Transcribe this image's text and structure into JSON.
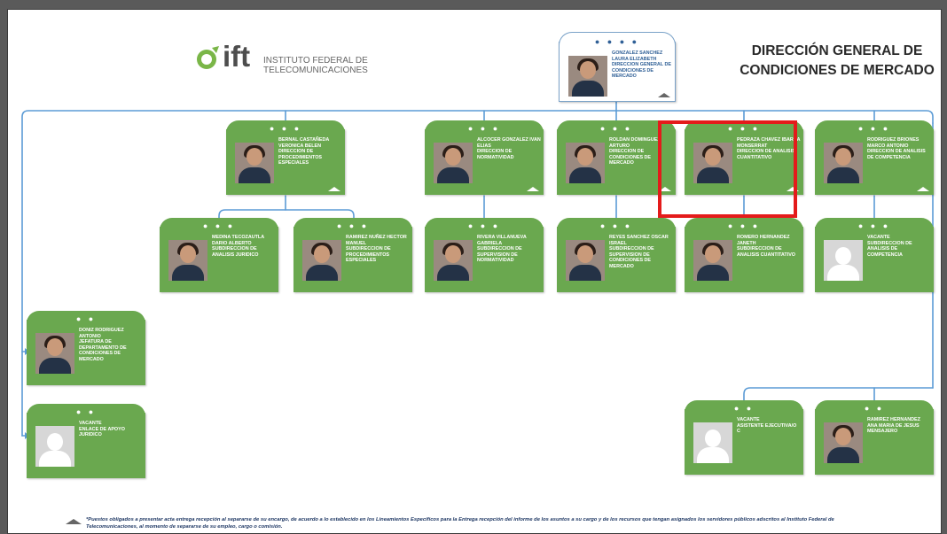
{
  "logo": {
    "wordmark": "ift",
    "name": "INSTITUTO FEDERAL DE TELECOMUNICACIONES"
  },
  "title": {
    "line1": "DIRECCIÓN GENERAL DE",
    "line2": "CONDICIONES DE MERCADO"
  },
  "positions": {
    "director": {
      "name": "GONZALEZ SANCHEZ LAURA ELIZABETH",
      "role": "DIRECCION GENERAL DE CONDICIONES DE MERCADO"
    },
    "bernal": {
      "name": "BERNAL CASTAÑEDA VERONICA BELEN",
      "role": "DIRECCION DE PROCEDIMIENTOS ESPECIALES"
    },
    "alcocer": {
      "name": "ALCOCER GONZALEZ IVAN ELIAS",
      "role": "DIRECCION DE NORMATIVIDAD"
    },
    "roldan": {
      "name": "ROLDAN DOMINGUEZ ARTURO",
      "role": "DIRECCION DE CONDICIONES DE MERCADO"
    },
    "pedraza": {
      "name": "PEDRAZA CHAVEZ IBARRA MONSERRAT",
      "role": "DIRECCION DE ANALISIS CUANTITATIVO"
    },
    "rodriguez": {
      "name": "RODRIGUEZ BRIONES MARCO ANTONIO",
      "role": "DIRECCION DE ANALISIS DE COMPETENCIA"
    },
    "medina": {
      "name": "MEDINA TECOZAUTLA DARIO ALBERTO",
      "role": "SUBDIRECCION DE ANALISIS JURIDICO"
    },
    "ramirez_hector": {
      "name": "RAMIREZ NUÑEZ HECTOR MANUEL",
      "role": "SUBDIRECCION DE PROCEDIMIENTOS ESPECIALES"
    },
    "rivera": {
      "name": "RIVERA VILLANUEVA GABRIELA",
      "role": "SUBDIRECCION DE SUPERVISION DE NORMATIVIDAD"
    },
    "reyes": {
      "name": "REYES SANCHEZ OSCAR ISRAEL",
      "role": "SUBDIRECCION DE SUPERVISION DE CONDICIONES DE MERCADO"
    },
    "romero": {
      "name": "ROMERO HERNANDEZ JANETH",
      "role": "SUBDIRECCION DE ANALISIS CUANTITATIVO"
    },
    "vacante_competencia": {
      "name": "VACANTE",
      "role": "SUBDIRECCION DE ANALISIS DE COMPETENCIA"
    },
    "doniz": {
      "name": "DONIZ RODRIGUEZ ANTONIO",
      "role": "JEFATURA DE DEPARTAMENTO DE CONDICIONES DE MERCADO"
    },
    "vacante_enlace": {
      "name": "VACANTE",
      "role": "ENLACE DE APOYO JURIDICO"
    },
    "vacante_asistente": {
      "name": "VACANTE",
      "role": "ASISTENTE EJECUTIVA/O C"
    },
    "ramirez_ana": {
      "name": "RAMIREZ HERNANDEZ ANA MARIA DE JESUS",
      "role": "MENSAJERO"
    }
  },
  "footnote": "*Puestos obligados a presentar acta entrega recepción al separarse de su encargo, de acuerdo a lo establecido en los Lineamientos Específicos para la Entrega recepción del informe de los asuntos a su cargo y de los recursos que tengan asignados los servidores públicos adscritos al Instituto Federal de Telecomunicaciones, al momento de separarse de su empleo, cargo o comisión.",
  "colors": {
    "card": "#6aa84f",
    "connector": "#5b9bd5",
    "highlight": "#e41b1b",
    "title": "#2a2a2a"
  }
}
